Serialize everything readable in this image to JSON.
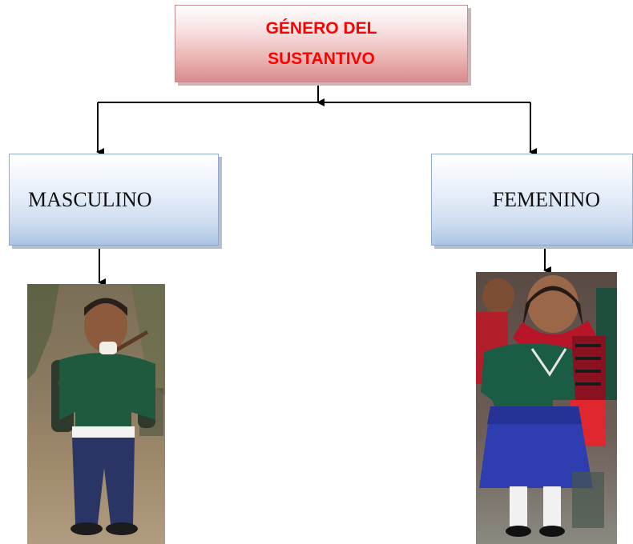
{
  "title": {
    "line1": "GÉNERO DEL",
    "line2": "SUSTANTIVO"
  },
  "branches": {
    "masculino": "MASCULINO",
    "femenino": "FEMENINO"
  },
  "colors": {
    "title_text": "#ff0000",
    "title_box": "#eab3b3",
    "branch_box": "#cfddf0",
    "connector": "#000000"
  }
}
